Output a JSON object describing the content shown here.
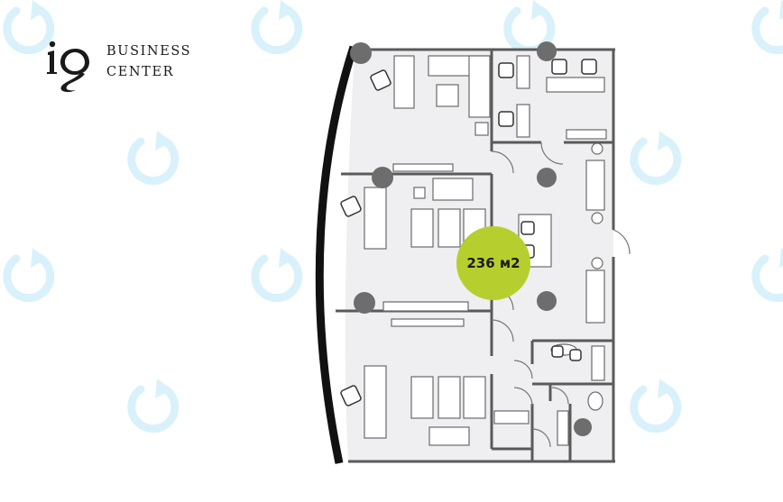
{
  "brand": {
    "logo_mark": "iQ",
    "line1": "BUSINESS",
    "line2": "CENTER"
  },
  "floor_plan": {
    "area_label": "236 м2",
    "badge_color": "#b7cf2e",
    "floor_color": "#efeff1",
    "wall_color": "#555555",
    "column_color": "#6d6d6d",
    "watermark_icon": "refresh-arrow-icon",
    "watermark_color": "#d9f1fb"
  }
}
